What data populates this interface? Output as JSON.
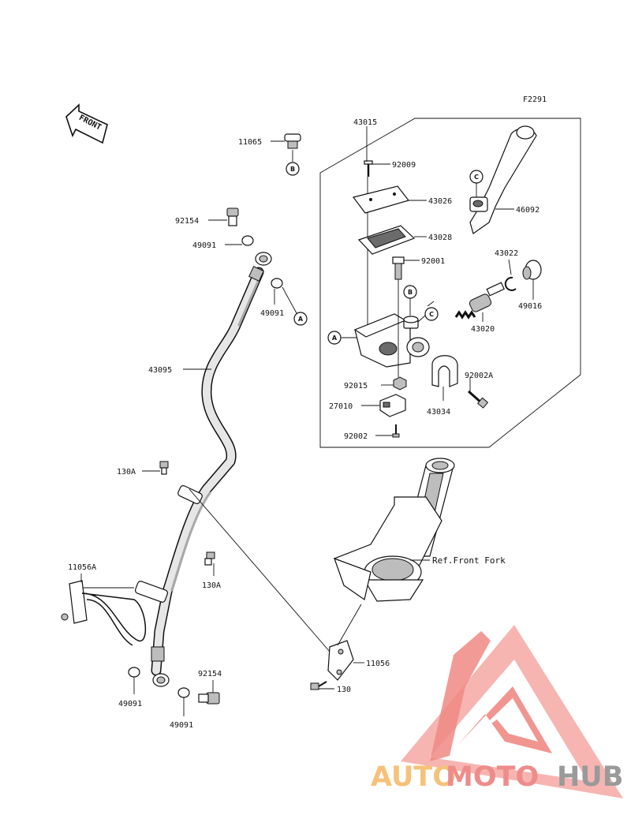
{
  "diagram_code": "F2291",
  "front_label": "FRONT",
  "parts": {
    "p11065": "11065",
    "p43015": "43015",
    "p92009": "92009",
    "p43026": "43026",
    "p46092": "46092",
    "p43028": "43028",
    "p92001": "92001",
    "p43022": "43022",
    "p49016": "49016",
    "p43020": "43020",
    "p92002A": "92002A",
    "p92015": "92015",
    "p43034": "43034",
    "p27010": "27010",
    "p92002": "92002",
    "p92154_top": "92154",
    "p49091_top": "49091",
    "p49091_mid": "49091",
    "p43095": "43095",
    "p130A_top": "130A",
    "p130A_mid": "130A",
    "p11056A": "11056A",
    "p92154_bot": "92154",
    "p49091_bl": "49091",
    "p49091_br": "49091",
    "p11056": "11056",
    "p130": "130"
  },
  "reference_note": "Ref.Front Fork",
  "callouts": {
    "A": "A",
    "B": "B",
    "C": "C"
  },
  "watermark": {
    "part1": "AUTO",
    "part2": "MOTO",
    "part3": "HUB",
    "colors": {
      "auto": "#f6c27a",
      "moto": "#ee8c8c",
      "hub": "#9a9a9a",
      "logo": "#f08a84"
    }
  }
}
